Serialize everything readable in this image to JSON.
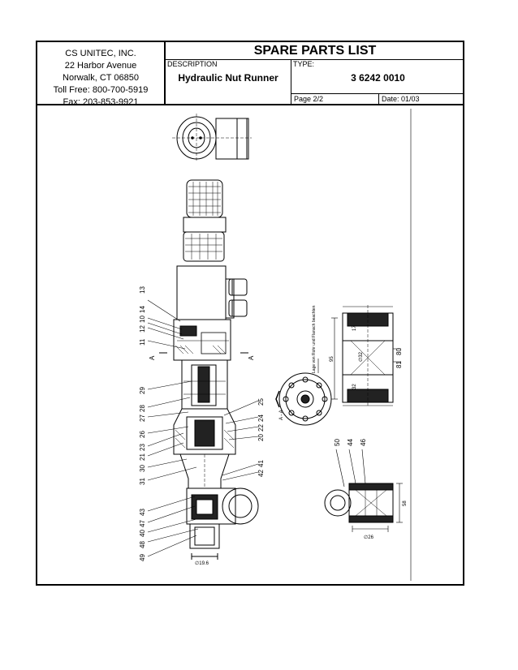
{
  "company": {
    "name": "CS UNITEC, INC.",
    "street": "22 Harbor Avenue",
    "city": "Norwalk, CT  06850",
    "toll_free": "Toll Free: 800-700-5919",
    "fax": "Fax: 203-853-9921"
  },
  "header": {
    "title": "SPARE PARTS LIST",
    "description_label": "DESCRIPTION",
    "description_value": "Hydraulic Nut Runner",
    "type_label": "TYPE:",
    "type_value": "3 6242 0010",
    "page": "Page  2/2",
    "date": "Date: 01/03"
  },
  "callouts_left": [
    "13",
    "14",
    "10",
    "12",
    "11",
    "29",
    "28",
    "27",
    "26",
    "23",
    "21",
    "30",
    "31",
    "43",
    "47",
    "40",
    "48",
    "49"
  ],
  "callouts_mid": [
    "25",
    "24",
    "22",
    "20",
    "41",
    "42"
  ],
  "callouts_right": [
    "80",
    "81",
    "50",
    "44",
    "46"
  ],
  "section_label": "A",
  "section_view_label": "A - A",
  "view_note": "Lage von Rohr und Flansch beachten",
  "dims": {
    "d_main": "95",
    "d_inner": "∅32",
    "d_small": "17",
    "d_small2": "32",
    "d_right": "58",
    "d_bottom": "∅26",
    "d_foot": "∅19.6"
  },
  "colors": {
    "line": "#000000",
    "hatch": "#000000",
    "fill_dark": "#222222"
  }
}
